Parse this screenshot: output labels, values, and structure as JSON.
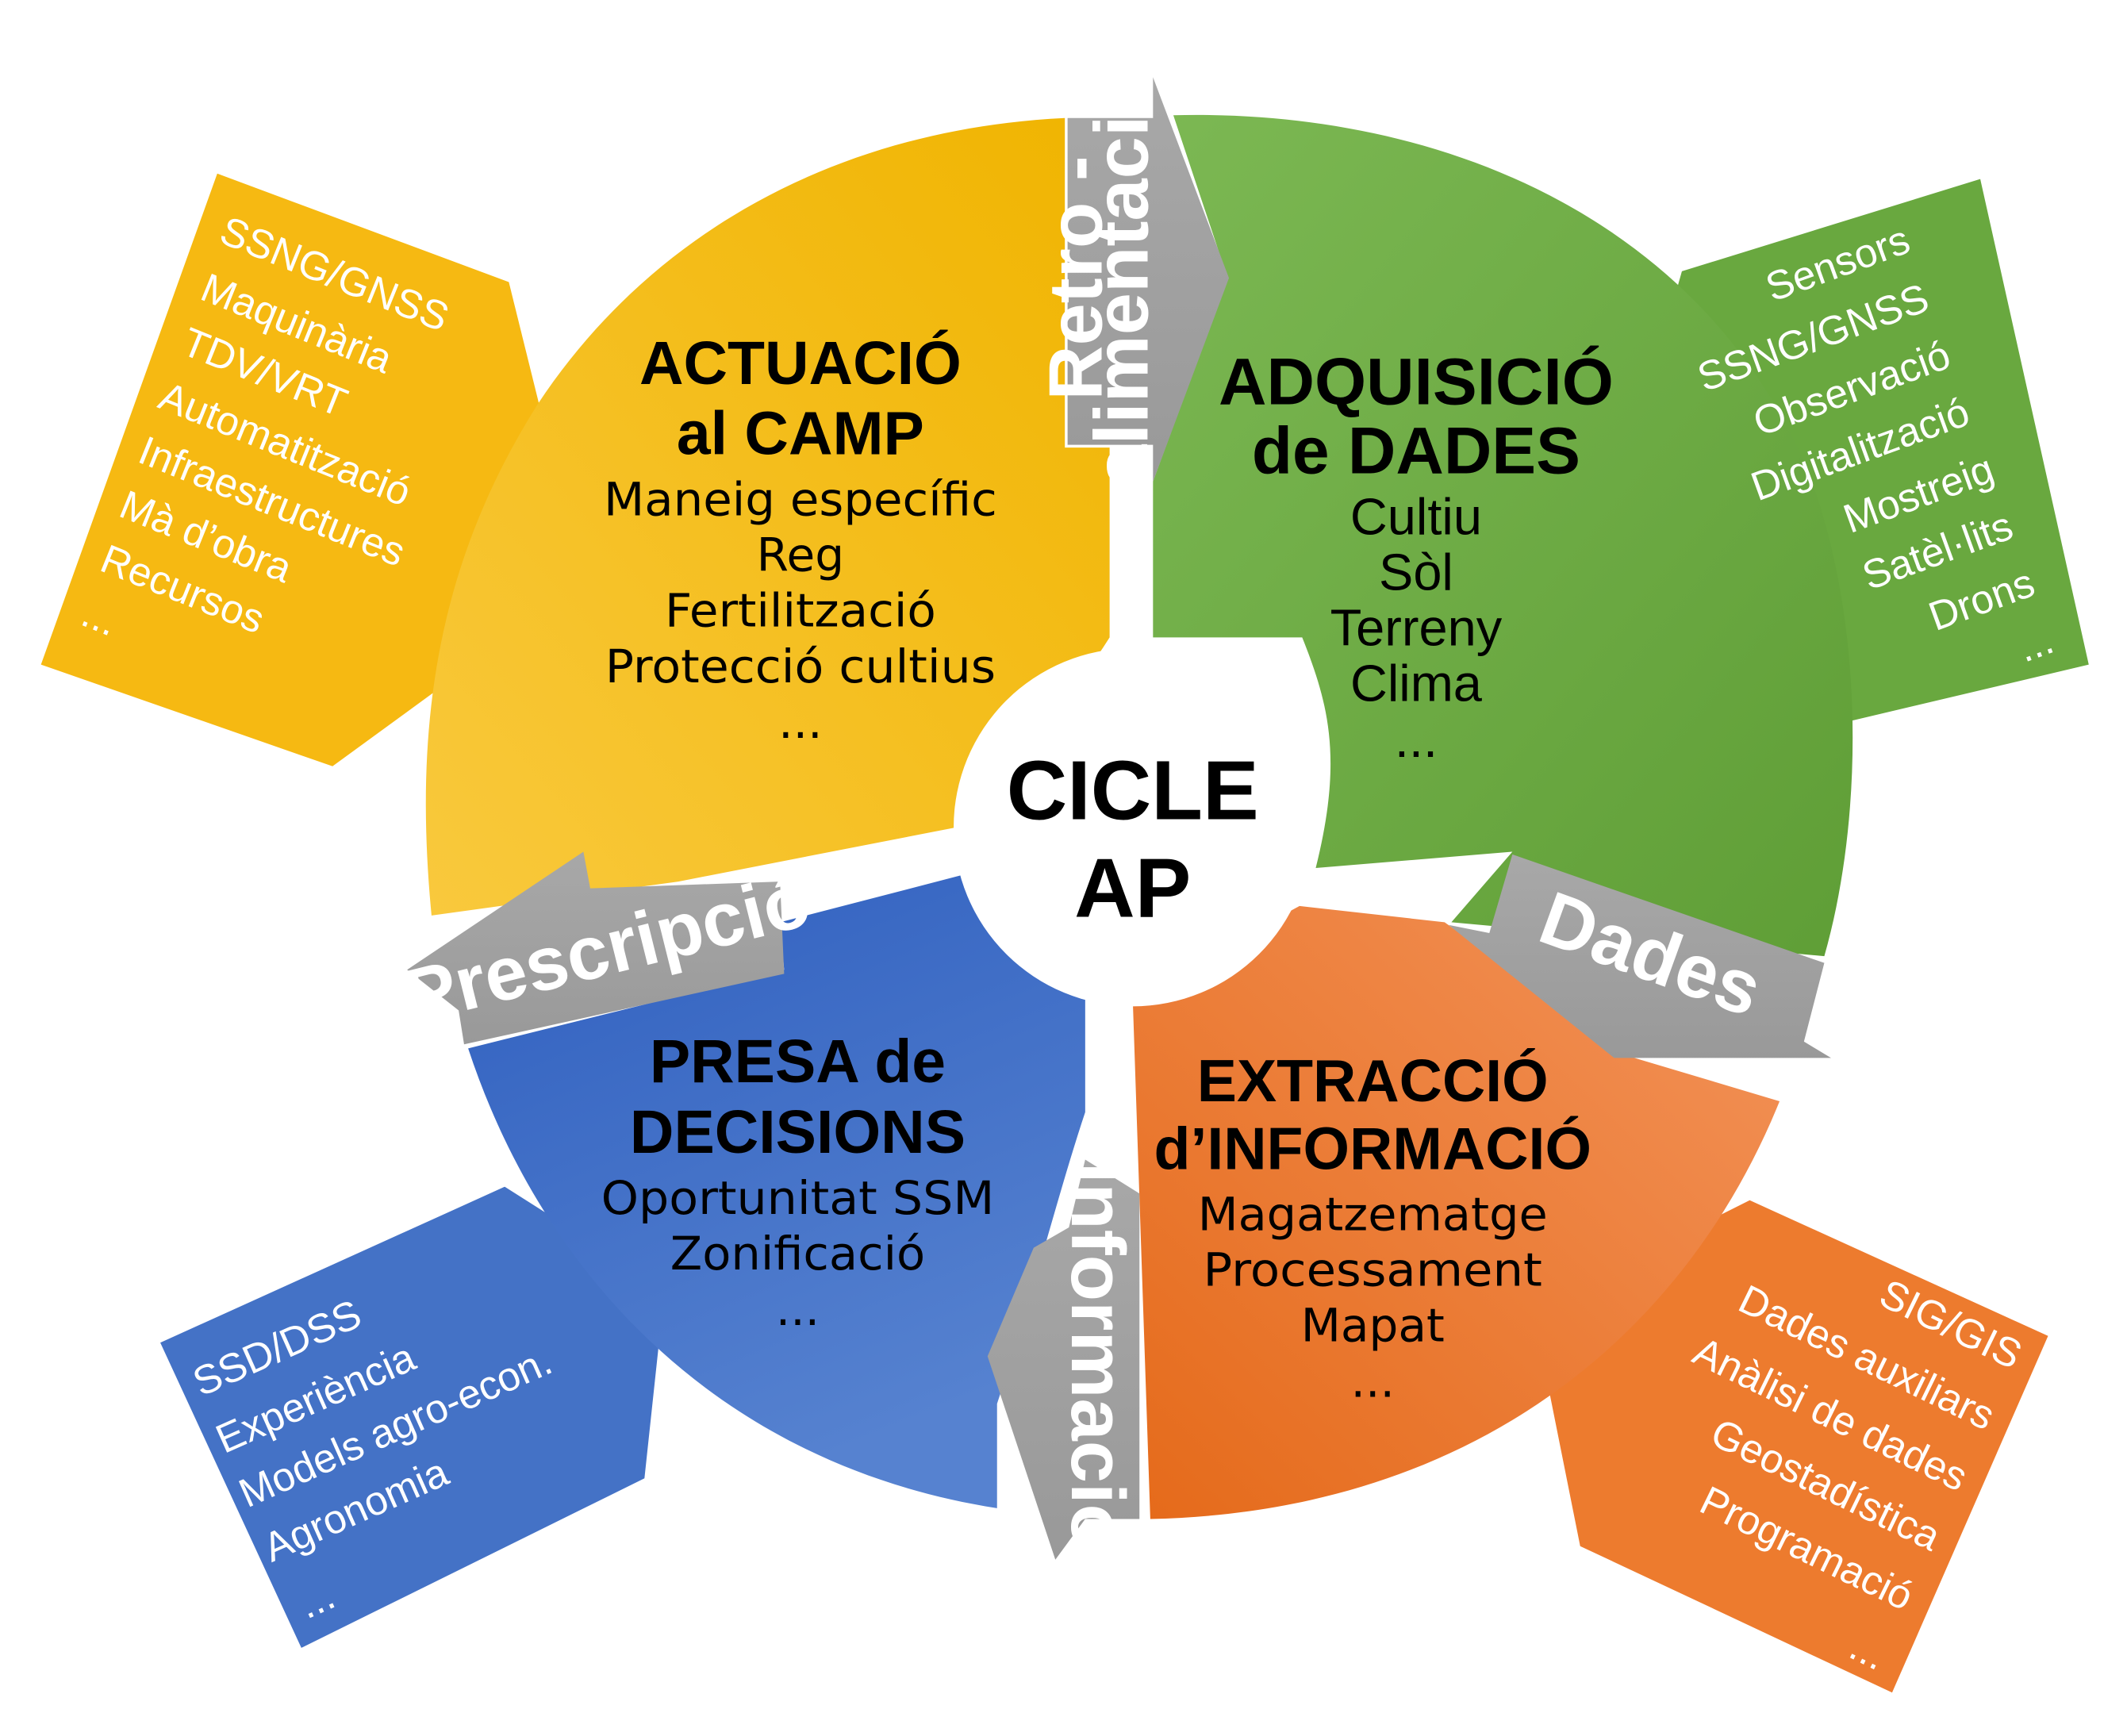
{
  "diagram": {
    "center": {
      "line1": "CICLE",
      "line2": "AP"
    },
    "colors": {
      "yellow": "#f7be1c",
      "green": "#70ad47",
      "orange": "#ed7d31",
      "blue": "#4472c4",
      "arrow": "#a5a5a5"
    },
    "sections": {
      "actuacio": {
        "title1": "ACTUACIÓ",
        "title2": "al CAMP",
        "items": [
          "Maneig específic",
          "Reg",
          "Fertilització",
          "Protecció cultius",
          "..."
        ]
      },
      "adquisicio": {
        "title1": "ADQUISICIÓ",
        "title2": "de DADES",
        "items": [
          "Cultiu",
          "Sòl",
          "Terreny",
          "Clima",
          "..."
        ]
      },
      "extraccio": {
        "title1": "EXTRACCIÓ",
        "title2": "d’INFORMACIÓ",
        "items": [
          "Magatzematge",
          "Processament",
          "Mapat",
          "..."
        ]
      },
      "presa": {
        "title1": "PRESA de",
        "title2": "DECISIONS",
        "items": [
          "Oportunitat SSM",
          "Zonificació",
          "..."
        ]
      }
    },
    "side_boxes": {
      "yellow": [
        "SSNG/GNSS",
        "Maquinària",
        "TDV/VRT",
        "Automatització",
        "Infraestructures",
        "Mà d’obra",
        "Recursos",
        "..."
      ],
      "green": [
        "Sensors",
        "SSNG/GNSS",
        "Observació",
        "Digitalització",
        "Mostreig",
        "Satèl·lits",
        "Drons",
        "..."
      ],
      "orange": [
        "SIG/GIS",
        "Dades auxiliars",
        "Anàlisi de dades",
        "Geostadística",
        "Programació",
        "..."
      ],
      "blue": [
        "SSD/DSS",
        "Experiència",
        "Models agro-econ.",
        "Agronomia",
        "..."
      ]
    },
    "arrows": {
      "retro_line1": "Retro -",
      "retro_line2": "alimentació",
      "dades": "Dades",
      "informacio": "Informació",
      "prescripcio": "Prescripció"
    }
  }
}
